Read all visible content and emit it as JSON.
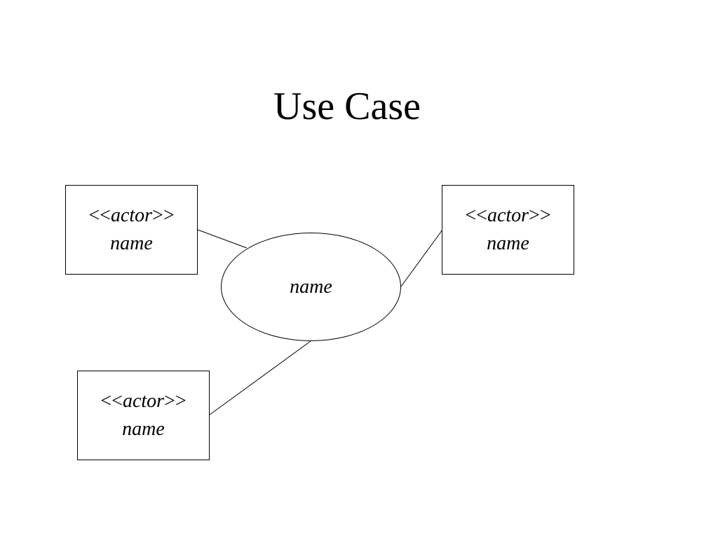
{
  "slide": {
    "title": "Use Case"
  },
  "actors": [
    {
      "open": "<<",
      "keyword": "actor",
      "close": ">>",
      "name": "name"
    },
    {
      "open": "<<",
      "keyword": "actor",
      "close": ">>",
      "name": "name"
    },
    {
      "open": "<<",
      "keyword": "actor",
      "close": ">>",
      "name": "name"
    }
  ],
  "use_case": {
    "name": "name"
  },
  "colors": {
    "background": "#ffffff",
    "stroke": "#000000",
    "text": "#000000"
  }
}
